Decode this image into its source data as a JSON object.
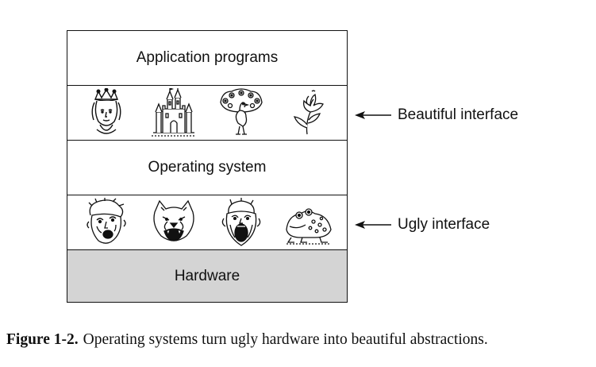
{
  "layers": {
    "applications": "Application programs",
    "operating_system": "Operating system",
    "hardware": "Hardware"
  },
  "annotations": {
    "beautiful": "Beautiful interface",
    "ugly": "Ugly interface"
  },
  "caption": {
    "label": "Figure 1-2.",
    "text": "Operating systems turn ugly hardware into beautiful abstractions."
  },
  "icons": {
    "beautiful_row": [
      "queen-icon",
      "castle-icon",
      "peacock-icon",
      "flower-icon"
    ],
    "ugly_row": [
      "screaming-man-icon",
      "snarling-beast-icon",
      "howling-face-icon",
      "toad-icon"
    ]
  },
  "colors": {
    "hardware_fill": "#d4d4d4",
    "line": "#111111"
  }
}
